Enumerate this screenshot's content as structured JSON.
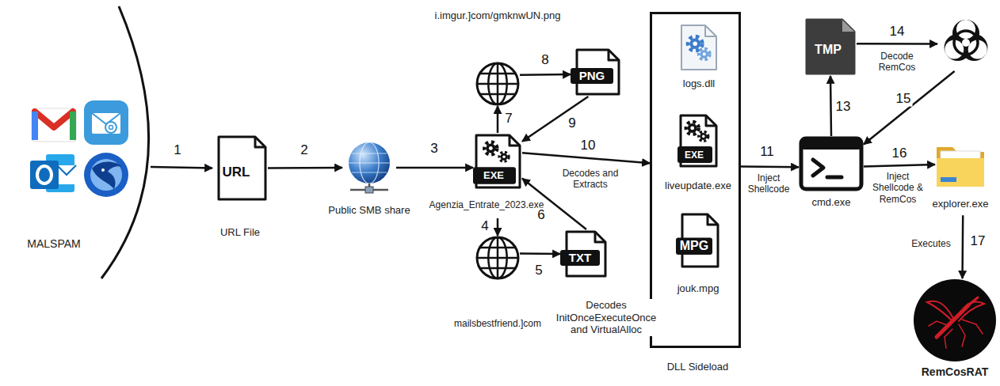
{
  "diagram": {
    "nodes": [
      {
        "text": [
          "MALSPAM"
        ]
      },
      {
        "text": [
          "URL",
          "URL File"
        ]
      },
      {
        "text": [
          "Public SMB share"
        ]
      },
      {
        "text": [
          "EXE",
          "Agenzia_Entrate_2023.exe"
        ]
      },
      {
        "text": [
          "i.imgur.]com/gmknwUN.png"
        ]
      },
      {
        "text": [
          "PNG"
        ]
      },
      {
        "text": [
          "mailsbestfriend.]com"
        ]
      },
      {
        "text": [
          "TXT",
          "Decodes InitOnceExecuteOnce and VirtualAlloc"
        ]
      },
      {
        "text": [
          "DLL Sideload"
        ]
      },
      {
        "text": [
          "logs.dll"
        ],
        "in": 8
      },
      {
        "text": [
          "EXE",
          "liveupdate.exe"
        ],
        "in": 8
      },
      {
        "text": [
          "MPG",
          "jouk.mpg"
        ],
        "in": 8
      },
      {
        "text": [
          "cmd.exe"
        ]
      },
      {
        "text": [
          "TMP"
        ]
      },
      {
        "text": []
      },
      {
        "text": [
          "explorer.exe"
        ]
      },
      {
        "text": [
          "RemCosRAT"
        ]
      }
    ],
    "edges": [
      {
        "from": 0,
        "to": 1,
        "arrow": "to",
        "label": "1"
      },
      {
        "from": 1,
        "to": 2,
        "arrow": "to",
        "label": "2"
      },
      {
        "from": 2,
        "to": 3,
        "arrow": "to",
        "label": "3"
      },
      {
        "from": 3,
        "to": 6,
        "arrow": "to",
        "label": "4"
      },
      {
        "from": 6,
        "to": 7,
        "arrow": "to",
        "label": "5"
      },
      {
        "from": 7,
        "to": 3,
        "arrow": "to",
        "label": "6"
      },
      {
        "from": 3,
        "to": 4,
        "arrow": "to",
        "label": "7"
      },
      {
        "from": 4,
        "to": 5,
        "arrow": "to",
        "label": "8"
      },
      {
        "from": 5,
        "to": 3,
        "arrow": "to",
        "label": "9"
      },
      {
        "from": 3,
        "to": 8,
        "arrow": "to",
        "label": "10"
      },
      {
        "from": 8,
        "to": 12,
        "arrow": "to",
        "label": "11"
      },
      {
        "from": 12,
        "to": 13,
        "arrow": "to",
        "label": "13"
      },
      {
        "from": 13,
        "to": 14,
        "arrow": "to",
        "label": "14"
      },
      {
        "from": 14,
        "to": 12,
        "arrow": "to",
        "label": "15"
      },
      {
        "from": 12,
        "to": 15,
        "arrow": "to",
        "label": "16"
      },
      {
        "from": 15,
        "to": 16,
        "arrow": "to",
        "label": "17"
      }
    ],
    "labels": [
      "Decodes and Extracts",
      "Inject Shellcode",
      "Decode RemCos",
      "Inject Shellcode & RemCos",
      "Executes"
    ]
  }
}
